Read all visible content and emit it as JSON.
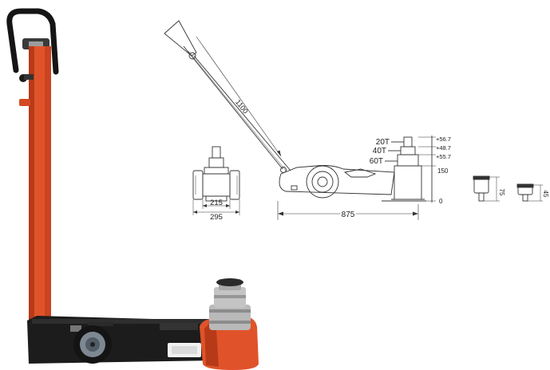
{
  "colors": {
    "jack_body": "#e0532a",
    "jack_body_dark": "#b73a18",
    "base_black": "#1c1c1c",
    "handle_black": "#151515",
    "ram_silver": "#b9b9b9",
    "line": "#333333"
  },
  "icons": {
    "photo": "air-hydraulic-jack-photo",
    "wheel": "wheel-icon",
    "handle": "handle-icon"
  },
  "drawing": {
    "handle_length": "1100",
    "base_length": "875",
    "front_inner_width": "215",
    "front_outer_width": "295",
    "stage_labels": [
      "20T",
      "40T",
      "60T"
    ],
    "height_steps": [
      "+56.7",
      "+48.7",
      "+55.7"
    ],
    "base_height": "150",
    "zero_mark": "0",
    "saddle_tall_height": "75",
    "saddle_short_height": "45"
  }
}
